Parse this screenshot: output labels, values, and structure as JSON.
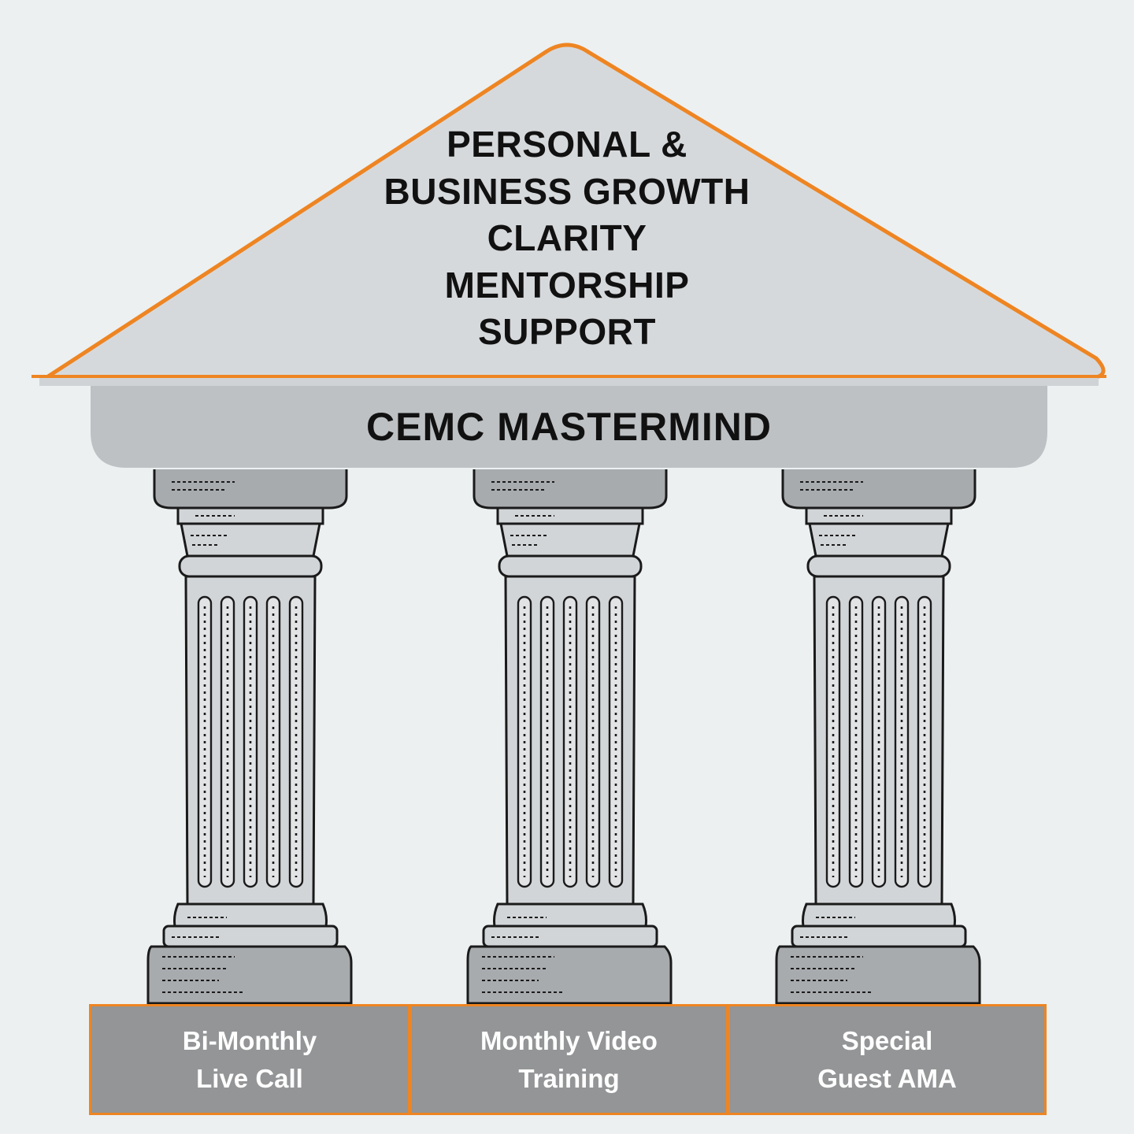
{
  "roof": {
    "lines": [
      "PERSONAL &",
      "BUSINESS GROWTH",
      "CLARITY",
      "MENTORSHIP",
      "SUPPORT"
    ]
  },
  "beam": {
    "title": "CEMC MASTERMIND"
  },
  "pillars": [
    {
      "line1": "Bi-Monthly",
      "line2": "Live Call"
    },
    {
      "line1": "Monthly Video",
      "line2": "Training"
    },
    {
      "line1": "Special",
      "line2": "Guest AMA"
    }
  ],
  "colors": {
    "background": "#ecf0f1",
    "accent": "#ee8522",
    "roof_fill": "#d6d9dc",
    "beam_fill": "#bdc1c4",
    "column_fill": "#d2d5d8",
    "column_shade": "#a8abae",
    "base_fill": "#939596",
    "ink": "#111111"
  }
}
